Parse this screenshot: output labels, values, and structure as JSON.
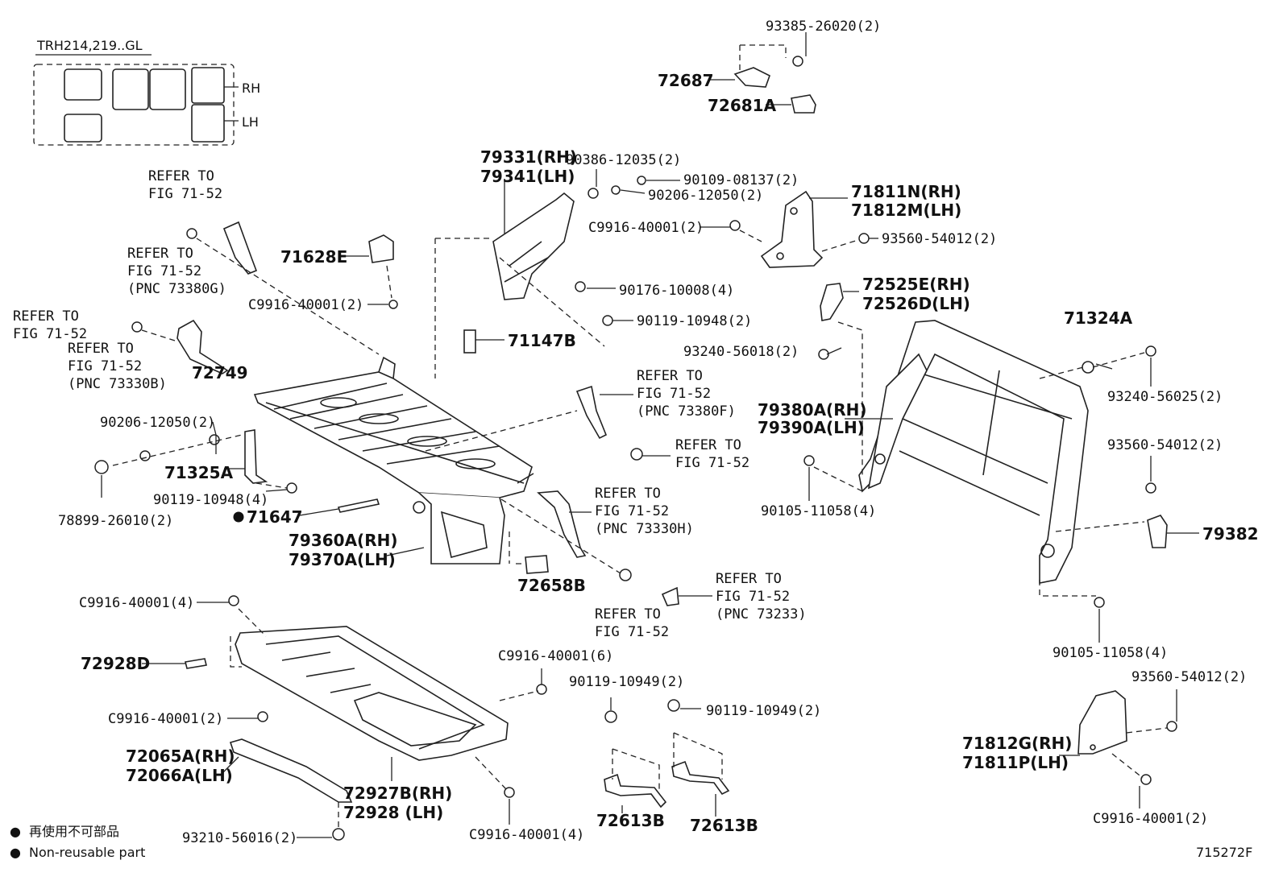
{
  "diagram_id": "715272F",
  "legend": {
    "symbol": "●",
    "jp_text": "再使用不可部品",
    "en_text": "Non-reusable part"
  },
  "inset": {
    "title": "TRH214,219..GL",
    "rh": "RH",
    "lh": "LH"
  },
  "labels": {
    "p_93385": "93385-26020(2)",
    "p_72687": "72687",
    "p_72681A": "72681A",
    "p_79331": "79331(RH)",
    "p_79341": "79341(LH)",
    "p_90386": "90386-12035(2)",
    "p_90109": "90109-08137(2)",
    "p_90206a": "90206-12050(2)",
    "p_71811N": "71811N(RH)",
    "p_71812M": "71812M(LH)",
    "p_c9916_top": "C9916-40001(2)",
    "p_93560_top": "93560-54012(2)",
    "p_90176": "90176-10008(4)",
    "p_90119_top": "90119-10948(2)",
    "p_72525E": "72525E(RH)",
    "p_72526D": "72526D(LH)",
    "p_93240a": "93240-56018(2)",
    "p_71324A": "71324A",
    "p_93240b": "93240-56025(2)",
    "p_71147B": "71147B",
    "p_71628E": "71628E",
    "p_c9916_71628": "C9916-40001(2)",
    "p_72749": "72749",
    "p_90206b": "90206-12050(2)",
    "p_71325A": "71325A",
    "p_90119_left": "90119-10948(4)",
    "p_71647": "71647",
    "p_78899": "78899-26010(2)",
    "p_79360A": "79360A(RH)",
    "p_79370A": "79370A(LH)",
    "p_72658B": "72658B",
    "p_79380A": "79380A(RH)",
    "p_79390A": "79390A(LH)",
    "p_90105a": "90105-11058(4)",
    "p_93560_mid": "93560-54012(2)",
    "p_79382": "79382",
    "p_90105b": "90105-11058(4)",
    "p_c9916_4a": "C9916-40001(4)",
    "p_72928D": "72928D",
    "p_c9916_6": "C9916-40001(6)",
    "p_c9916_2b": "C9916-40001(2)",
    "p_90119_949a": "90119-10949(2)",
    "p_90119_949b": "90119-10949(2)",
    "p_72065A": "72065A(RH)",
    "p_72066A": "72066A(LH)",
    "p_72927B": "72927B(RH)",
    "p_72928": "72928 (LH)",
    "p_c9916_4b": "C9916-40001(4)",
    "p_72613B_a": "72613B",
    "p_72613B_b": "72613B",
    "p_93210": "93210-56016(2)",
    "p_93560_bot": "93560-54012(2)",
    "p_71812G": "71812G(RH)",
    "p_71811P": "71811P(LH)",
    "p_c9916_bot": "C9916-40001(2)"
  },
  "refers": {
    "r1_a": "REFER TO",
    "r1_b": "FIG 71-52",
    "r2_a": "REFER TO",
    "r2_b": "FIG 71-52",
    "r2_c": "(PNC 73380G)",
    "r3_a": "REFER TO",
    "r3_b": "FIG 71-52",
    "r4_a": "REFER TO",
    "r4_b": "FIG 71-52",
    "r4_c": "(PNC 73330B)",
    "r5_a": "REFER TO",
    "r5_b": "FIG 71-52",
    "r5_c": "(PNC 73380F)",
    "r6_a": "REFER TO",
    "r6_b": "FIG 71-52",
    "r7_a": "REFER TO",
    "r7_b": "FIG 71-52",
    "r7_c": "(PNC 73330H)",
    "r8_a": "REFER TO",
    "r8_b": "FIG 71-52",
    "r8_c": "(PNC 73233)",
    "r9_a": "REFER TO",
    "r9_b": "FIG 71-52"
  }
}
